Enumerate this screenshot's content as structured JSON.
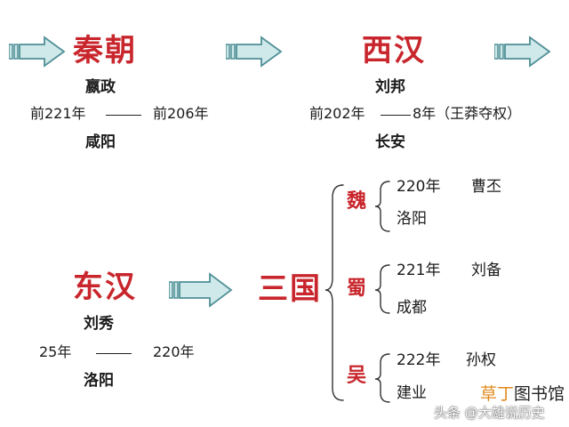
{
  "qin": {
    "title": "秦朝",
    "ruler": "嬴政",
    "start": "前221年",
    "end": "前206年",
    "capital": "咸阳"
  },
  "western_han": {
    "title": "西汉",
    "ruler": "刘邦",
    "start": "前202年",
    "end": "8年（王莽夺权）",
    "capital": "长安"
  },
  "eastern_han": {
    "title": "东汉",
    "ruler": "刘秀",
    "start": "25年",
    "end": "220年",
    "capital": "洛阳"
  },
  "three_kingdoms": {
    "title": "三国",
    "kingdoms": [
      {
        "name": "魏",
        "year": "220年",
        "ruler": "曹丕",
        "capital": "洛阳"
      },
      {
        "name": "蜀",
        "year": "221年",
        "ruler": "刘备",
        "capital": "成都"
      },
      {
        "name": "吴",
        "year": "222年",
        "ruler": "孙权",
        "capital": "建业"
      }
    ]
  },
  "watermark": {
    "source": "头条 @大雄说历史",
    "site_part1": "草丁",
    "site_part2": "图书馆"
  },
  "colors": {
    "title_red": "#c8262c",
    "arrow_fill": "#cfe9ea",
    "arrow_stroke": "#4f8f96"
  }
}
